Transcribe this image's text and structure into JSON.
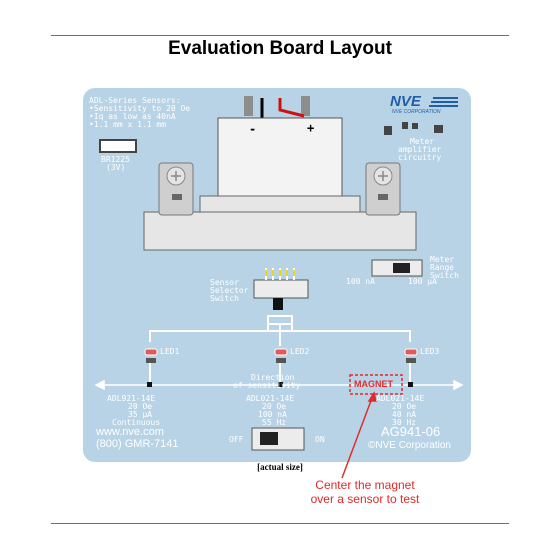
{
  "title": "Evaluation Board Layout",
  "board": {
    "sensors_heading": "ADL-Series Sensors:",
    "sensors_specs": [
      "•Sensitivity to 20 Oe",
      "•Iq as low as 40nA",
      "•1.1 mm x 1.1 mm"
    ],
    "battery_label": [
      "BR1225",
      "(3V)"
    ],
    "battery_minus": "-",
    "battery_plus": "+",
    "logo": "NVE",
    "logo_sub": "NVE CORPORATION",
    "meter_amp": [
      "Meter",
      "amplifier",
      "circuitry"
    ],
    "meter_range": [
      "Meter",
      "Range",
      "Switch"
    ],
    "range_low": "100 nA",
    "range_high": "100 µA",
    "selector": [
      "Sensor",
      "Selector",
      "Switch"
    ],
    "leds": [
      "LED1",
      "LED2",
      "LED3"
    ],
    "direction": [
      "Direction",
      "of sensitivity"
    ],
    "magnet": "MAGNET",
    "sensors": [
      {
        "part": "ADL921-14E",
        "lines": [
          "20 Oe",
          "35 µA",
          "Continuous"
        ]
      },
      {
        "part": "ADL021-14E",
        "lines": [
          "20 Oe",
          "100 nA",
          "55 Hz"
        ]
      },
      {
        "part": "ADL021-14E",
        "lines": [
          "20 Oe",
          "40 nA",
          "30 Hz"
        ]
      }
    ],
    "web": "www.nve.com",
    "phone": "(800) GMR-7141",
    "off": "OFF",
    "on": "ON",
    "part_number": "AG941-06",
    "copyright": "©NVE Corporation"
  },
  "caption": "[actual size]",
  "note": [
    "Center the magnet",
    "over a sensor to test"
  ],
  "colors": {
    "board": "#b9d3e6",
    "accent": "#2b7fc0",
    "note": "#e02a2a"
  }
}
